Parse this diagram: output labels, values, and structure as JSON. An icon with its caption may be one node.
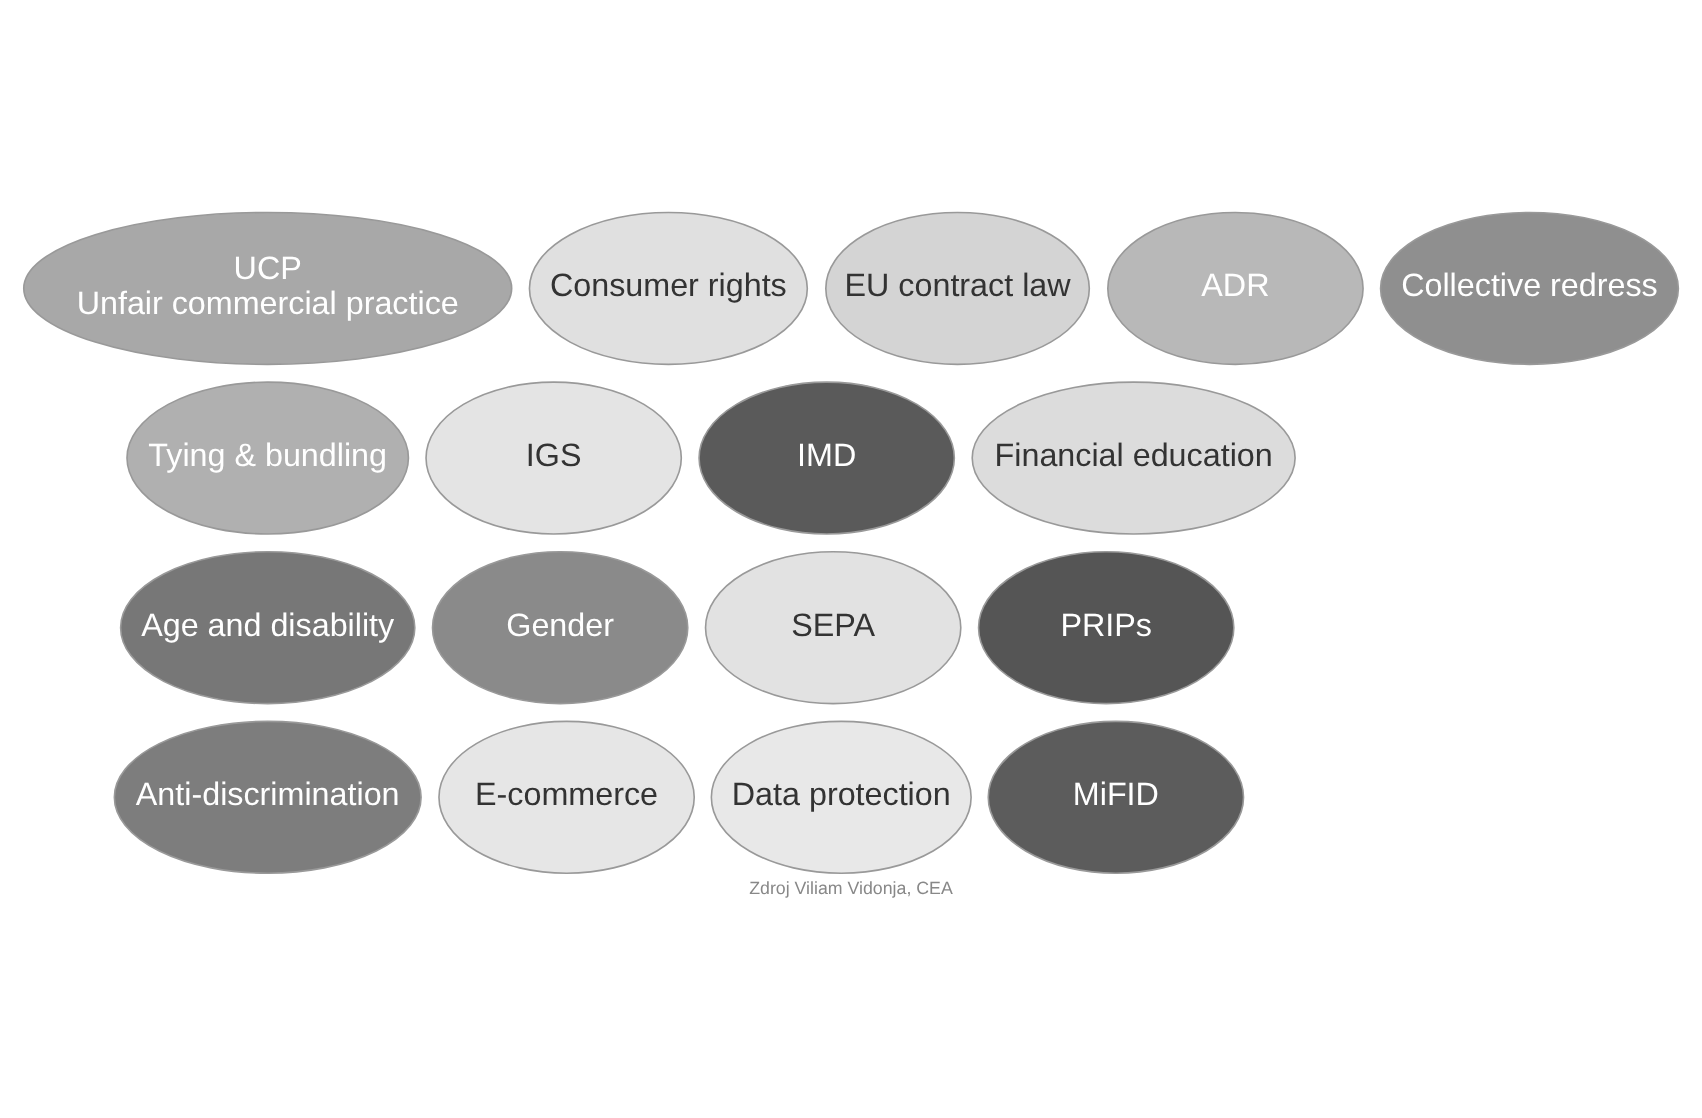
{
  "diagram": {
    "caption": "Zdroj Viliam Vidonja, CEA",
    "nodes": [
      {
        "text": [
          "UCP",
          "Unfair commercial practice"
        ]
      },
      {
        "text": [
          "Consumer rights"
        ]
      },
      {
        "text": [
          "EU contract law"
        ]
      },
      {
        "text": [
          "ADR"
        ]
      },
      {
        "text": [
          "Collective redress"
        ]
      },
      {
        "text": [
          "Tying & bundling"
        ]
      },
      {
        "text": [
          "IGS"
        ]
      },
      {
        "text": [
          "IMD"
        ]
      },
      {
        "text": [
          "Financial education"
        ]
      },
      {
        "text": [
          "Age and disability"
        ]
      },
      {
        "text": [
          "Gender"
        ]
      },
      {
        "text": [
          "SEPA"
        ]
      },
      {
        "text": [
          "PRIPs"
        ]
      },
      {
        "text": [
          "Anti-discrimination"
        ]
      },
      {
        "text": [
          "E-commerce"
        ]
      },
      {
        "text": [
          "Data protection"
        ]
      },
      {
        "text": [
          "MiFID"
        ]
      }
    ]
  }
}
